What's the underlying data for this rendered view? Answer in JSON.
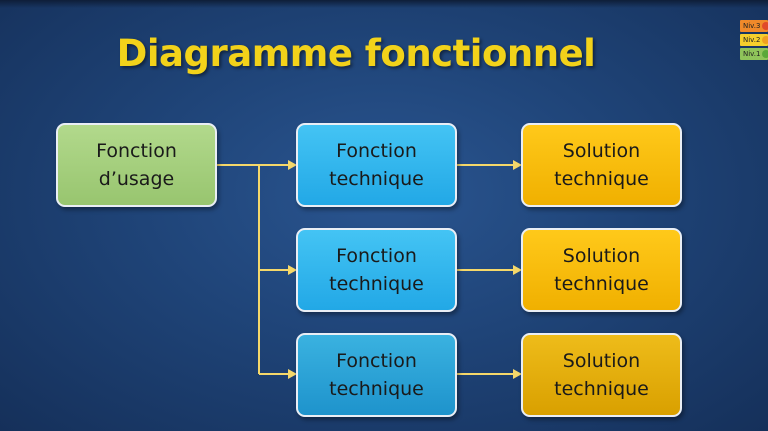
{
  "title": "Diagramme fonctionnel",
  "usage": {
    "line1": "Fonction",
    "line2": "d’usage"
  },
  "rows": [
    {
      "technique": {
        "line1": "Fonction",
        "line2": "technique"
      },
      "solution": {
        "line1": "Solution",
        "line2": "technique"
      }
    },
    {
      "technique": {
        "line1": "Fonction",
        "line2": "technique"
      },
      "solution": {
        "line1": "Solution",
        "line2": "technique"
      }
    },
    {
      "technique": {
        "line1": "Fonction",
        "line2": "technique"
      },
      "solution": {
        "line1": "Solution",
        "line2": "technique"
      }
    }
  ],
  "levels": [
    "Niv.3",
    "Niv.2",
    "Niv.1"
  ],
  "colors": {
    "background": "#1f4478",
    "title": "#f2d21a",
    "usage_box": "#a5cf7f",
    "technique_box": "#2cb4ec",
    "solution_box": "#ffc20a",
    "connector": "#f5d86a"
  }
}
